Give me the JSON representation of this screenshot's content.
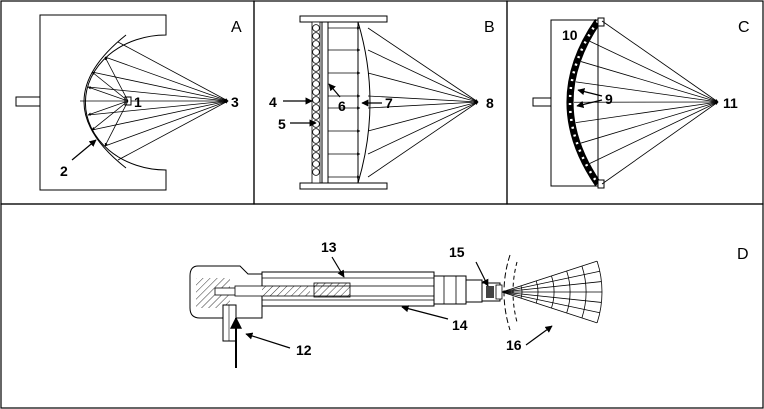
{
  "panels": {
    "a": {
      "letter": "A",
      "callouts": [
        "1",
        "2",
        "3"
      ]
    },
    "b": {
      "letter": "B",
      "callouts": [
        "4",
        "5",
        "6",
        "7",
        "8"
      ]
    },
    "c": {
      "letter": "C",
      "callouts": [
        "9",
        "10",
        "11"
      ]
    },
    "d": {
      "letter": "D",
      "callouts": [
        "12",
        "13",
        "14",
        "15",
        "16"
      ]
    }
  }
}
